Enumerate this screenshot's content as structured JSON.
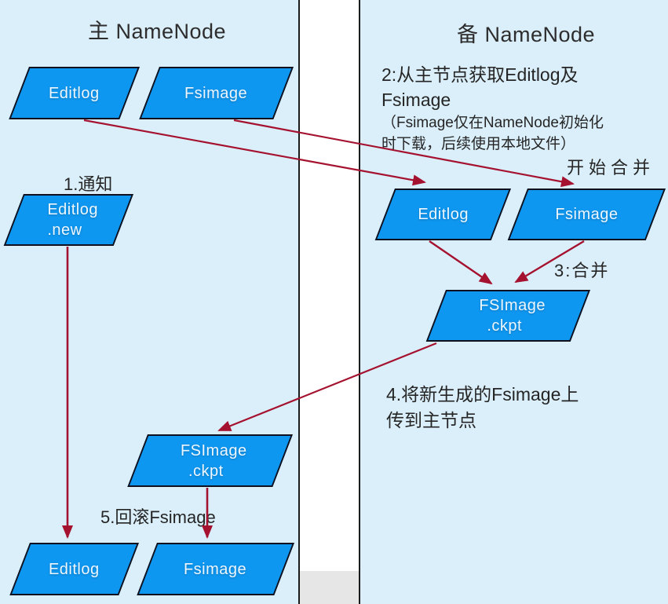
{
  "colors": {
    "panel_bg": "#dbeffa",
    "node_fill": "#0e97f0",
    "node_border": "#10101e",
    "node_text": "#ecf7ff",
    "arrow": "#a5122f",
    "text": "#252525",
    "divider": "#1b1b1b",
    "gap_bottom_shade": "#e6e6e6"
  },
  "left_panel": {
    "title": "主 NameNode",
    "nodes": {
      "editlog_top": {
        "label": "Editlog"
      },
      "fsimage_top": {
        "label": "Fsimage"
      },
      "editlog_new": {
        "line1": "Editlog",
        "line2": ".new"
      },
      "fsimage_ckpt": {
        "line1": "FSImage",
        "line2": ".ckpt"
      },
      "editlog_bottom": {
        "label": "Editlog"
      },
      "fsimage_bottom": {
        "label": "Fsimage"
      }
    },
    "labels": {
      "step1": "1.通知",
      "step5": "5.回滚Fsimage"
    }
  },
  "right_panel": {
    "title": "备 NameNode",
    "nodes": {
      "editlog": {
        "label": "Editlog"
      },
      "fsimage": {
        "label": "Fsimage"
      },
      "fsimage_ckpt": {
        "line1": "FSImage",
        "line2": ".ckpt"
      }
    },
    "labels": {
      "step2_line1": "2:从主节点获取Editlog及",
      "step2_line2": "Fsimage",
      "step2_note1": "（Fsimage仅在NameNode初始化",
      "step2_note2": "时下载，后续使用本地文件）",
      "merge_start": "开始合并",
      "step3": "3:合并",
      "step4_line1": "4.将新生成的Fsimage上",
      "step4_line2": "传到主节点"
    }
  }
}
